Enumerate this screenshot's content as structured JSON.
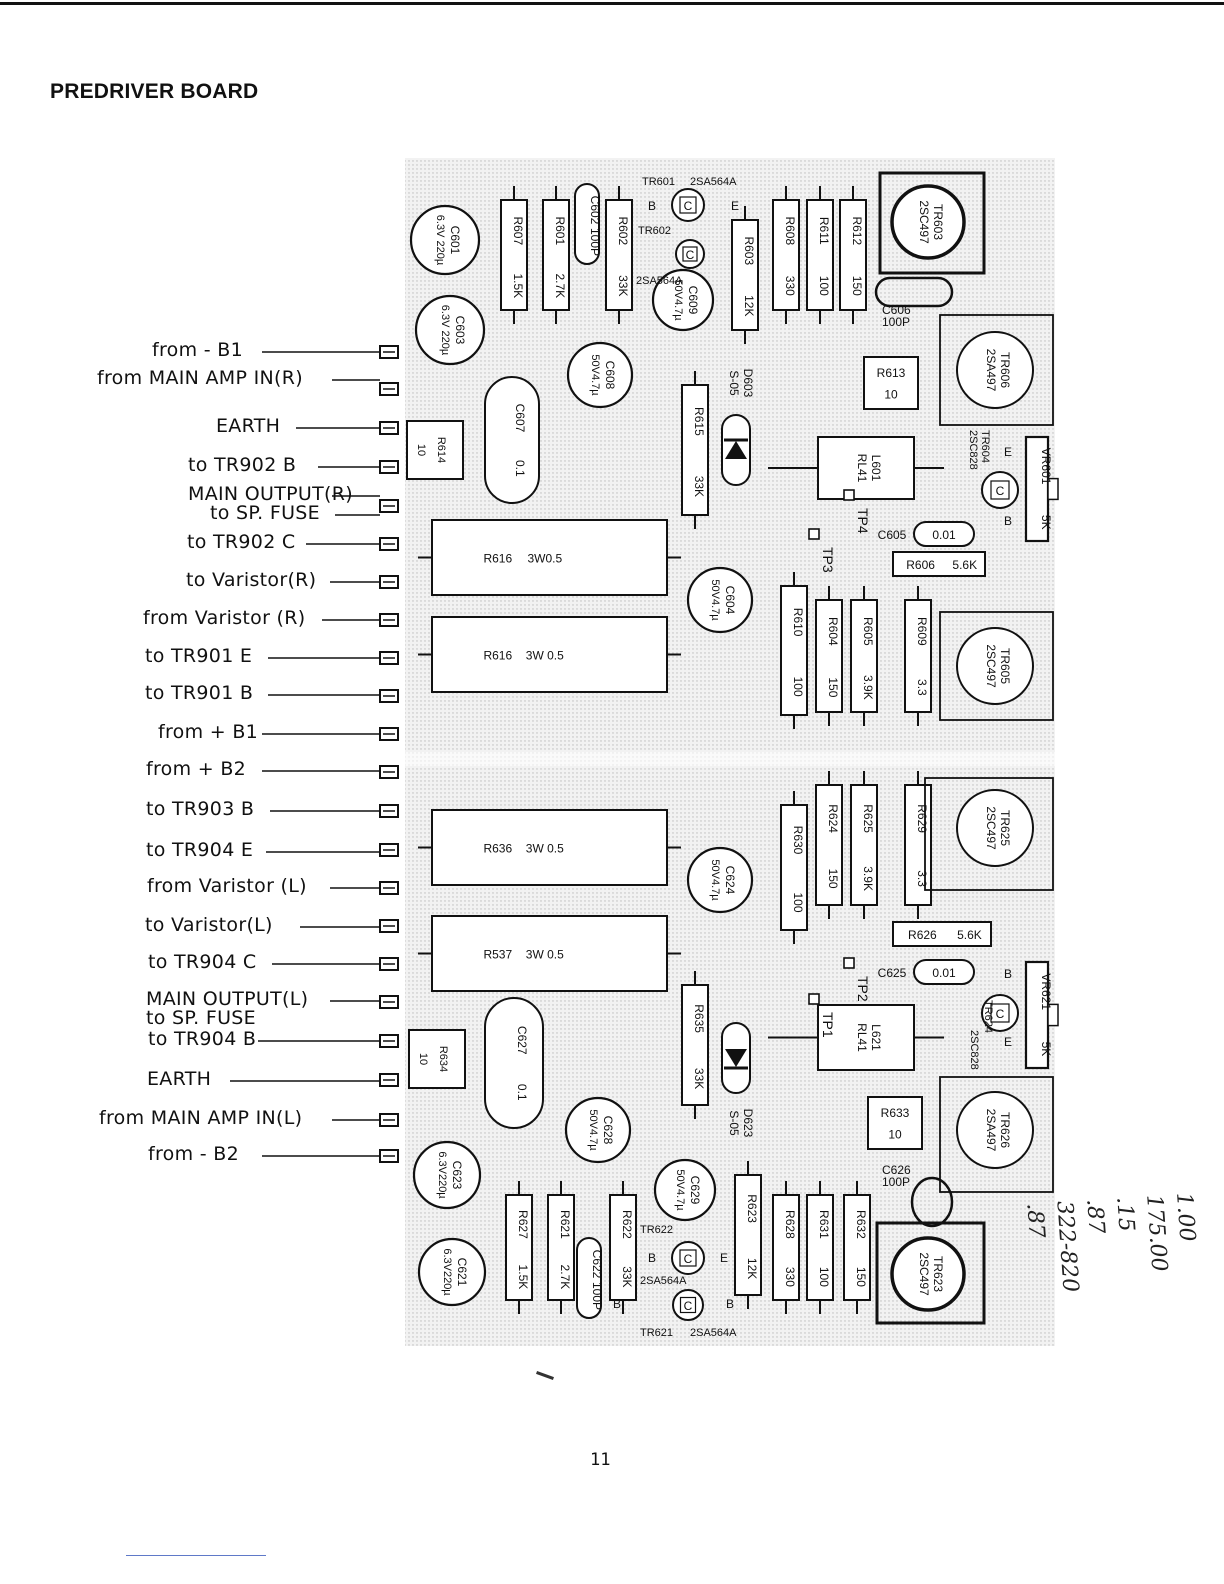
{
  "title": "PREDRIVER BOARD",
  "page_number": "11",
  "handwritten_note": "1.00 175.00 .15 .87 322-820 .87",
  "connector_labels": [
    "from  - B1",
    "from MAIN AMP IN(R)",
    "EARTH",
    "to TR902 B",
    "MAIN OUTPUT(R)",
    "to SP. FUSE",
    "to TR902 C",
    "to Varistor(R)",
    "from Varistor (R)",
    "to TR901 E",
    "to TR901 B",
    "from  + B1",
    "from  + B2",
    "to TR903 B",
    "to TR904 E",
    "from Varistor (L)",
    "to Varistor(L)",
    "to TR904 C",
    "MAIN OUTPUT(L)",
    "to SP. FUSE",
    "to TR904 B",
    "EARTH",
    "from MAIN AMP IN(L)",
    "from  - B2"
  ],
  "components": {
    "resistors_vertical": [
      [
        "R607",
        "1.5K"
      ],
      [
        "R601",
        "2.7K"
      ],
      [
        "R602",
        "33K"
      ],
      [
        "R603",
        "12K"
      ],
      [
        "R608",
        "330"
      ],
      [
        "R611",
        "100"
      ],
      [
        "R612",
        "150"
      ],
      [
        "R615",
        "33K"
      ],
      [
        "R610",
        "100"
      ],
      [
        "R604",
        "150"
      ],
      [
        "R605",
        "3.9K"
      ],
      [
        "R609",
        "3.3"
      ],
      [
        "R630",
        "100"
      ],
      [
        "R624",
        "150"
      ],
      [
        "R625",
        "3.9K"
      ],
      [
        "R629",
        "3.3"
      ],
      [
        "R635",
        "33K"
      ],
      [
        "R627",
        "1.5K"
      ],
      [
        "R621",
        "2.7K"
      ],
      [
        "R622",
        "33K"
      ],
      [
        "R623",
        "12K"
      ],
      [
        "R628",
        "330"
      ],
      [
        "R631",
        "100"
      ],
      [
        "R632",
        "150"
      ]
    ],
    "power_resistors": [
      [
        "R616",
        "3W0.5"
      ],
      [
        "R616",
        "3W 0.5"
      ],
      [
        "R636",
        "3W 0.5"
      ],
      [
        "R537",
        "3W 0.5"
      ]
    ],
    "small_resistors": [
      [
        "R613",
        "10"
      ],
      [
        "R614",
        "10"
      ],
      [
        "R606",
        "5.6K"
      ],
      [
        "R633",
        "10"
      ],
      [
        "R634",
        "10"
      ],
      [
        "R626",
        "5.6K"
      ]
    ],
    "capacitors_round": [
      [
        "C601",
        "6.3V 220µ"
      ],
      [
        "C603",
        "6.3V 220µ"
      ],
      [
        "C608",
        "50V4.7µ"
      ],
      [
        "C609",
        "50V4.7µ"
      ],
      [
        "C604",
        "50V4.7µ"
      ],
      [
        "C624",
        "50V4.7µ"
      ],
      [
        "C628",
        "50V4.7µ"
      ],
      [
        "C629",
        "50V4.7µ"
      ],
      [
        "C623",
        "6.3V220µ"
      ],
      [
        "C621",
        "6.3V220µ"
      ]
    ],
    "capacitors_oval": [
      [
        "C607",
        "0.1"
      ],
      [
        "C627",
        "0.1"
      ],
      [
        "C602",
        "100P"
      ],
      [
        "C622",
        "100P"
      ]
    ],
    "capacitors_small": [
      [
        "C605",
        "0.01"
      ],
      [
        "C625",
        "0.01"
      ],
      [
        "C606",
        "100P"
      ],
      [
        "C626",
        "100P"
      ]
    ],
    "transistors_large": [
      [
        "TR603",
        "2SC497"
      ],
      [
        "TR606",
        "2SA497"
      ],
      [
        "TR605",
        "2SC497"
      ],
      [
        "TR625",
        "2SC497"
      ],
      [
        "TR626",
        "2SA497"
      ],
      [
        "TR623",
        "2SC497"
      ]
    ],
    "transistors_small": [
      [
        "TR601",
        "2SA564A"
      ],
      [
        "TR602",
        "2SA564A"
      ],
      [
        "TR604",
        "2SC828"
      ],
      [
        "TR624",
        "2SC828"
      ],
      [
        "TR622",
        "2SA564A"
      ],
      [
        "TR621",
        "2SA564A"
      ]
    ],
    "coils": [
      [
        "L601",
        "RL41"
      ],
      [
        "L621",
        "RL41"
      ]
    ],
    "diodes": [
      [
        "D603",
        "S-05"
      ],
      [
        "D623",
        "S-05"
      ]
    ],
    "variable_resistors": [
      [
        "VR601",
        "5K"
      ],
      [
        "VR621",
        "5K"
      ]
    ],
    "test_points": [
      "TP3",
      "TP4",
      "TP1",
      "TP2"
    ],
    "pin_letters": {
      "b": "B",
      "c": "C",
      "e": "E"
    }
  }
}
